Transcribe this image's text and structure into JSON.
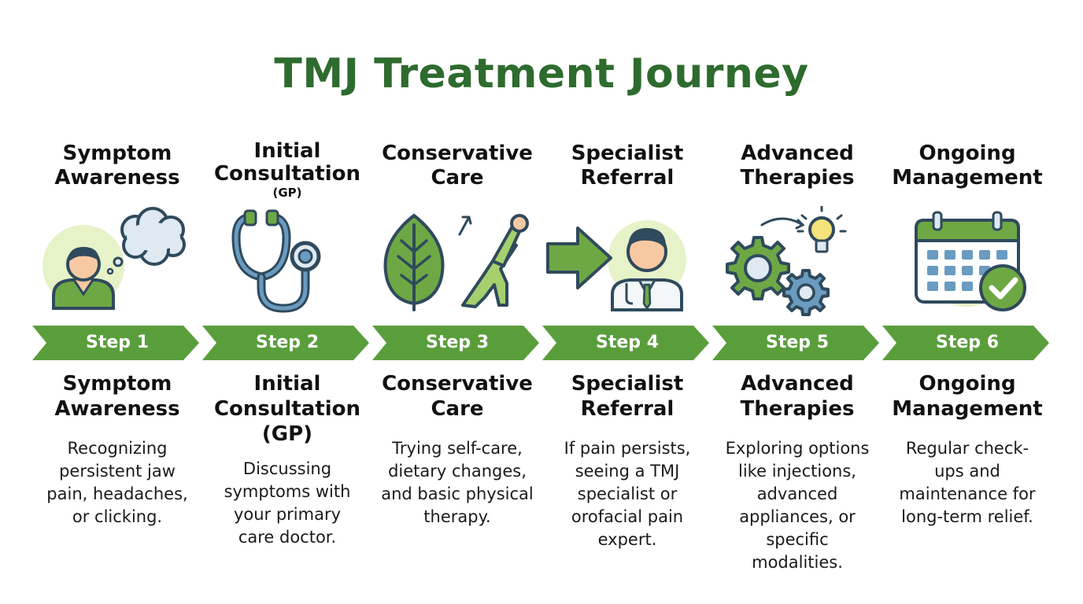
{
  "title": "TMJ Treatment Journey",
  "colors": {
    "title": "#2e6b2e",
    "chevron": "#5a9e3c",
    "icon_green": "#6ea845",
    "icon_dark": "#2f4a5c",
    "icon_blue": "#6a9bc0",
    "halo": "#e6f2c8"
  },
  "steps": [
    {
      "icon": "person-thought-bubble-icon",
      "top_title_lines": [
        "Symptom",
        "Awareness"
      ],
      "top_note": "",
      "step_label": "Step 1",
      "title_lines": [
        "Symptom",
        "Awareness"
      ],
      "desc_lines": [
        "Recognizing",
        "persistent jaw",
        "pain, headaches,",
        "or clicking."
      ]
    },
    {
      "icon": "stethoscope-icon",
      "top_title_lines": [
        "Initial",
        "Consultation"
      ],
      "top_note": "(GP)",
      "step_label": "Step 2",
      "title_lines": [
        "Initial",
        "Consultation",
        "(GP)"
      ],
      "desc_lines": [
        "Discussing",
        "symptoms with",
        "your primary",
        "care doctor."
      ]
    },
    {
      "icon": "leaf-stretching-person-icon",
      "top_title_lines": [
        "Conservative",
        "Care"
      ],
      "top_note": "",
      "step_label": "Step 3",
      "title_lines": [
        "Conservative",
        "Care"
      ],
      "desc_lines": [
        "Trying self-care,",
        "dietary changes,",
        "and basic physical",
        "therapy."
      ]
    },
    {
      "icon": "arrow-doctor-icon",
      "top_title_lines": [
        "Specialist",
        "Referral"
      ],
      "top_note": "",
      "step_label": "Step 4",
      "title_lines": [
        "Specialist",
        "Referral"
      ],
      "desc_lines": [
        "If pain persists,",
        "seeing a TMJ",
        "specialist or",
        "orofacial pain",
        "expert."
      ]
    },
    {
      "icon": "gears-lightbulb-icon",
      "top_title_lines": [
        "Advanced",
        "Therapies"
      ],
      "top_note": "",
      "step_label": "Step 5",
      "title_lines": [
        "Advanced",
        "Therapies"
      ],
      "desc_lines": [
        "Exploring options",
        "like injections,",
        "advanced",
        "appliances, or",
        "specific",
        "modalities."
      ]
    },
    {
      "icon": "calendar-check-icon",
      "top_title_lines": [
        "Ongoing",
        "Management"
      ],
      "top_note": "",
      "step_label": "Step 6",
      "title_lines": [
        "Ongoing",
        "Management"
      ],
      "desc_lines": [
        "Regular check-",
        "ups and",
        "maintenance for",
        "long-term relief."
      ]
    }
  ]
}
